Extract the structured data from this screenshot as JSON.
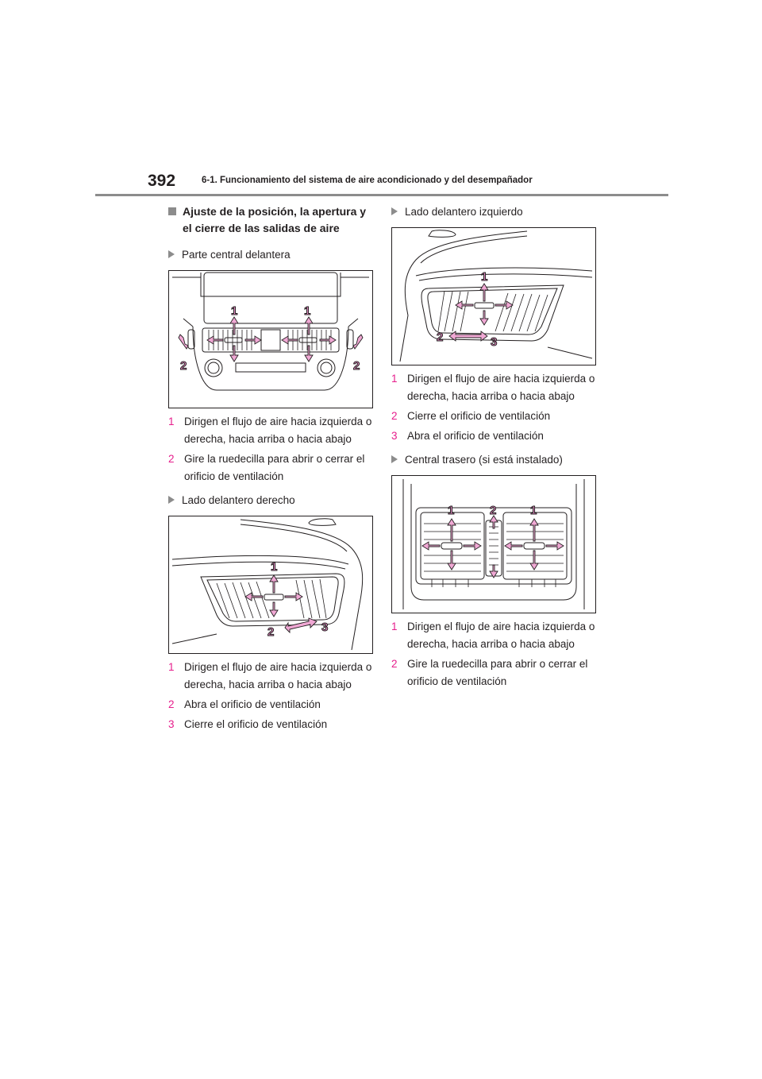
{
  "header": {
    "page_number": "392",
    "chapter_title": "6-1. Funcionamiento del sistema de aire acondicionado y del desempañador"
  },
  "section": {
    "heading": "Ajuste de la posición, la apertura y el cierre de las salidas de aire"
  },
  "center_front": {
    "title": "Parte central delantera",
    "figure_labels": [
      "1",
      "1",
      "2",
      "2"
    ],
    "items": [
      {
        "num": "1",
        "text": "Dirigen el flujo de aire hacia izquierda o derecha, hacia arriba o hacia abajo"
      },
      {
        "num": "2",
        "text": "Gire la ruedecilla para abrir o cerrar el orificio de ventilación"
      }
    ]
  },
  "right_front": {
    "title": "Lado delantero derecho",
    "figure_labels": [
      "1",
      "2",
      "3"
    ],
    "items": [
      {
        "num": "1",
        "text": "Dirigen el flujo de aire hacia izquierda o derecha, hacia arriba o hacia abajo"
      },
      {
        "num": "2",
        "text": "Abra el orificio de ventilación"
      },
      {
        "num": "3",
        "text": "Cierre el orificio de ventilación"
      }
    ]
  },
  "left_front": {
    "title": "Lado delantero izquierdo",
    "figure_labels": [
      "1",
      "2",
      "3"
    ],
    "items": [
      {
        "num": "1",
        "text": "Dirigen el flujo de aire hacia izquierda o derecha, hacia arriba o hacia abajo"
      },
      {
        "num": "2",
        "text": "Cierre el orificio de ventilación"
      },
      {
        "num": "3",
        "text": "Abra el orificio de ventilación"
      }
    ]
  },
  "rear_center": {
    "title": "Central trasero (si está instalado)",
    "figure_labels": [
      "1",
      "2",
      "1"
    ],
    "items": [
      {
        "num": "1",
        "text": "Dirigen el flujo de aire hacia izquierda o derecha, hacia arriba o hacia abajo"
      },
      {
        "num": "2",
        "text": "Gire la ruedecilla para abrir o cerrar el orificio de ventilación"
      }
    ]
  },
  "colors": {
    "accent": "#e61e8c",
    "arrow_fill": "#f0a8d4",
    "rule": "#8c8c8c"
  }
}
